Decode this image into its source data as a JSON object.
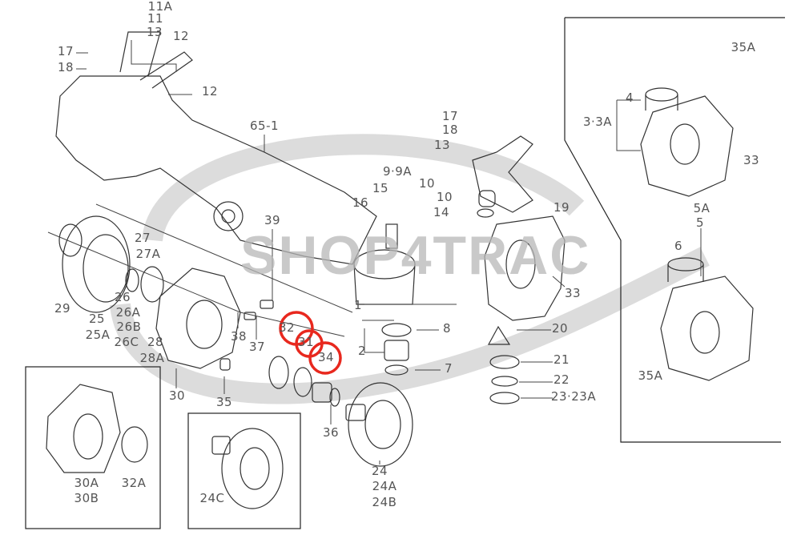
{
  "watermark": "SHOP4TRAC",
  "highlight_color": "#e8281e",
  "labels": {
    "l11A": "11A",
    "l11": "11",
    "l13a": "13",
    "l12a": "12",
    "l17a": "17",
    "l18a": "18",
    "l12b": "12",
    "l65": "65-1",
    "l99A": "9·9A",
    "l10a": "10",
    "l15": "15",
    "l16": "16",
    "l10b": "10",
    "l14": "14",
    "l19": "19",
    "l17b": "17",
    "l18b": "18",
    "l13b": "13",
    "l27": "27",
    "l27A": "27A",
    "l29": "29",
    "l25": "25",
    "l25A": "25A",
    "l26": "26",
    "l26A": "26A",
    "l26B": "26B",
    "l26C": "26C",
    "l28": "28",
    "l28A": "28A",
    "l39": "39",
    "l38": "38",
    "l37": "37",
    "l30": "30",
    "l35": "35",
    "l32": "32",
    "l31": "31",
    "l34": "34",
    "l36": "36",
    "l24": "24",
    "l24A": "24A",
    "l24B": "24B",
    "l30A": "30A",
    "l30B": "30B",
    "l32A": "32A",
    "l24C": "24C",
    "l1": "1",
    "l2": "2",
    "l8": "8",
    "l7": "7",
    "l20": "20",
    "l21": "21",
    "l22": "22",
    "l23": "23·23A",
    "l33a": "33",
    "l3": "3·3A",
    "l4": "4",
    "l35Aa": "35A",
    "l33b": "33",
    "l5A": "5A",
    "l5": "5",
    "l6": "6",
    "l35Ab": "35A"
  },
  "highlighted_parts": [
    "32",
    "31",
    "34"
  ]
}
